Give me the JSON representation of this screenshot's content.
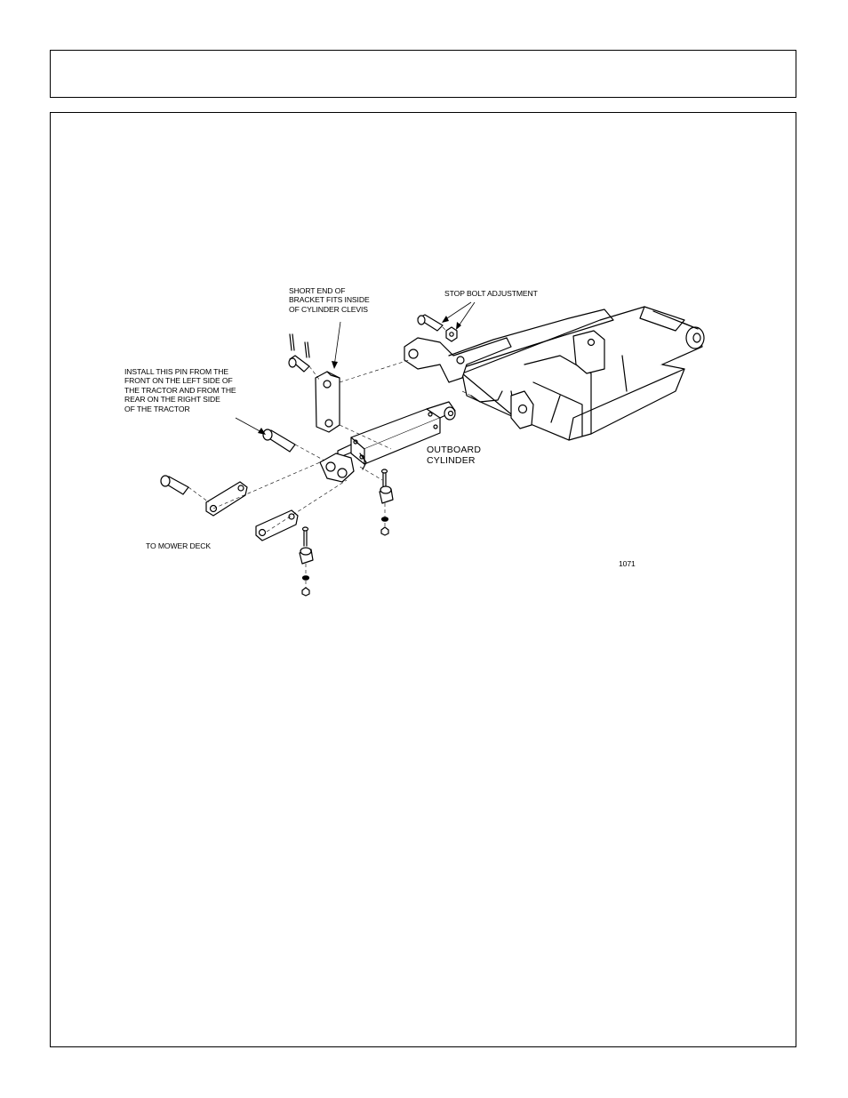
{
  "figure": {
    "labels": {
      "bracket_note": "SHORT END OF\nBRACKET FITS INSIDE\nOF CYLINDER CLEVIS",
      "stop_bolt": "STOP BOLT ADJUSTMENT",
      "pin_note": "INSTALL THIS PIN FROM THE\nFRONT ON THE LEFT SIDE OF\nTHE TRACTOR AND FROM THE\nREAR ON THE RIGHT SIDE\nOF THE TRACTOR",
      "outboard_cylinder": "OUTBOARD\nCYLINDER",
      "mower_deck": "TO MOWER DECK",
      "figure_number": "1071"
    }
  }
}
